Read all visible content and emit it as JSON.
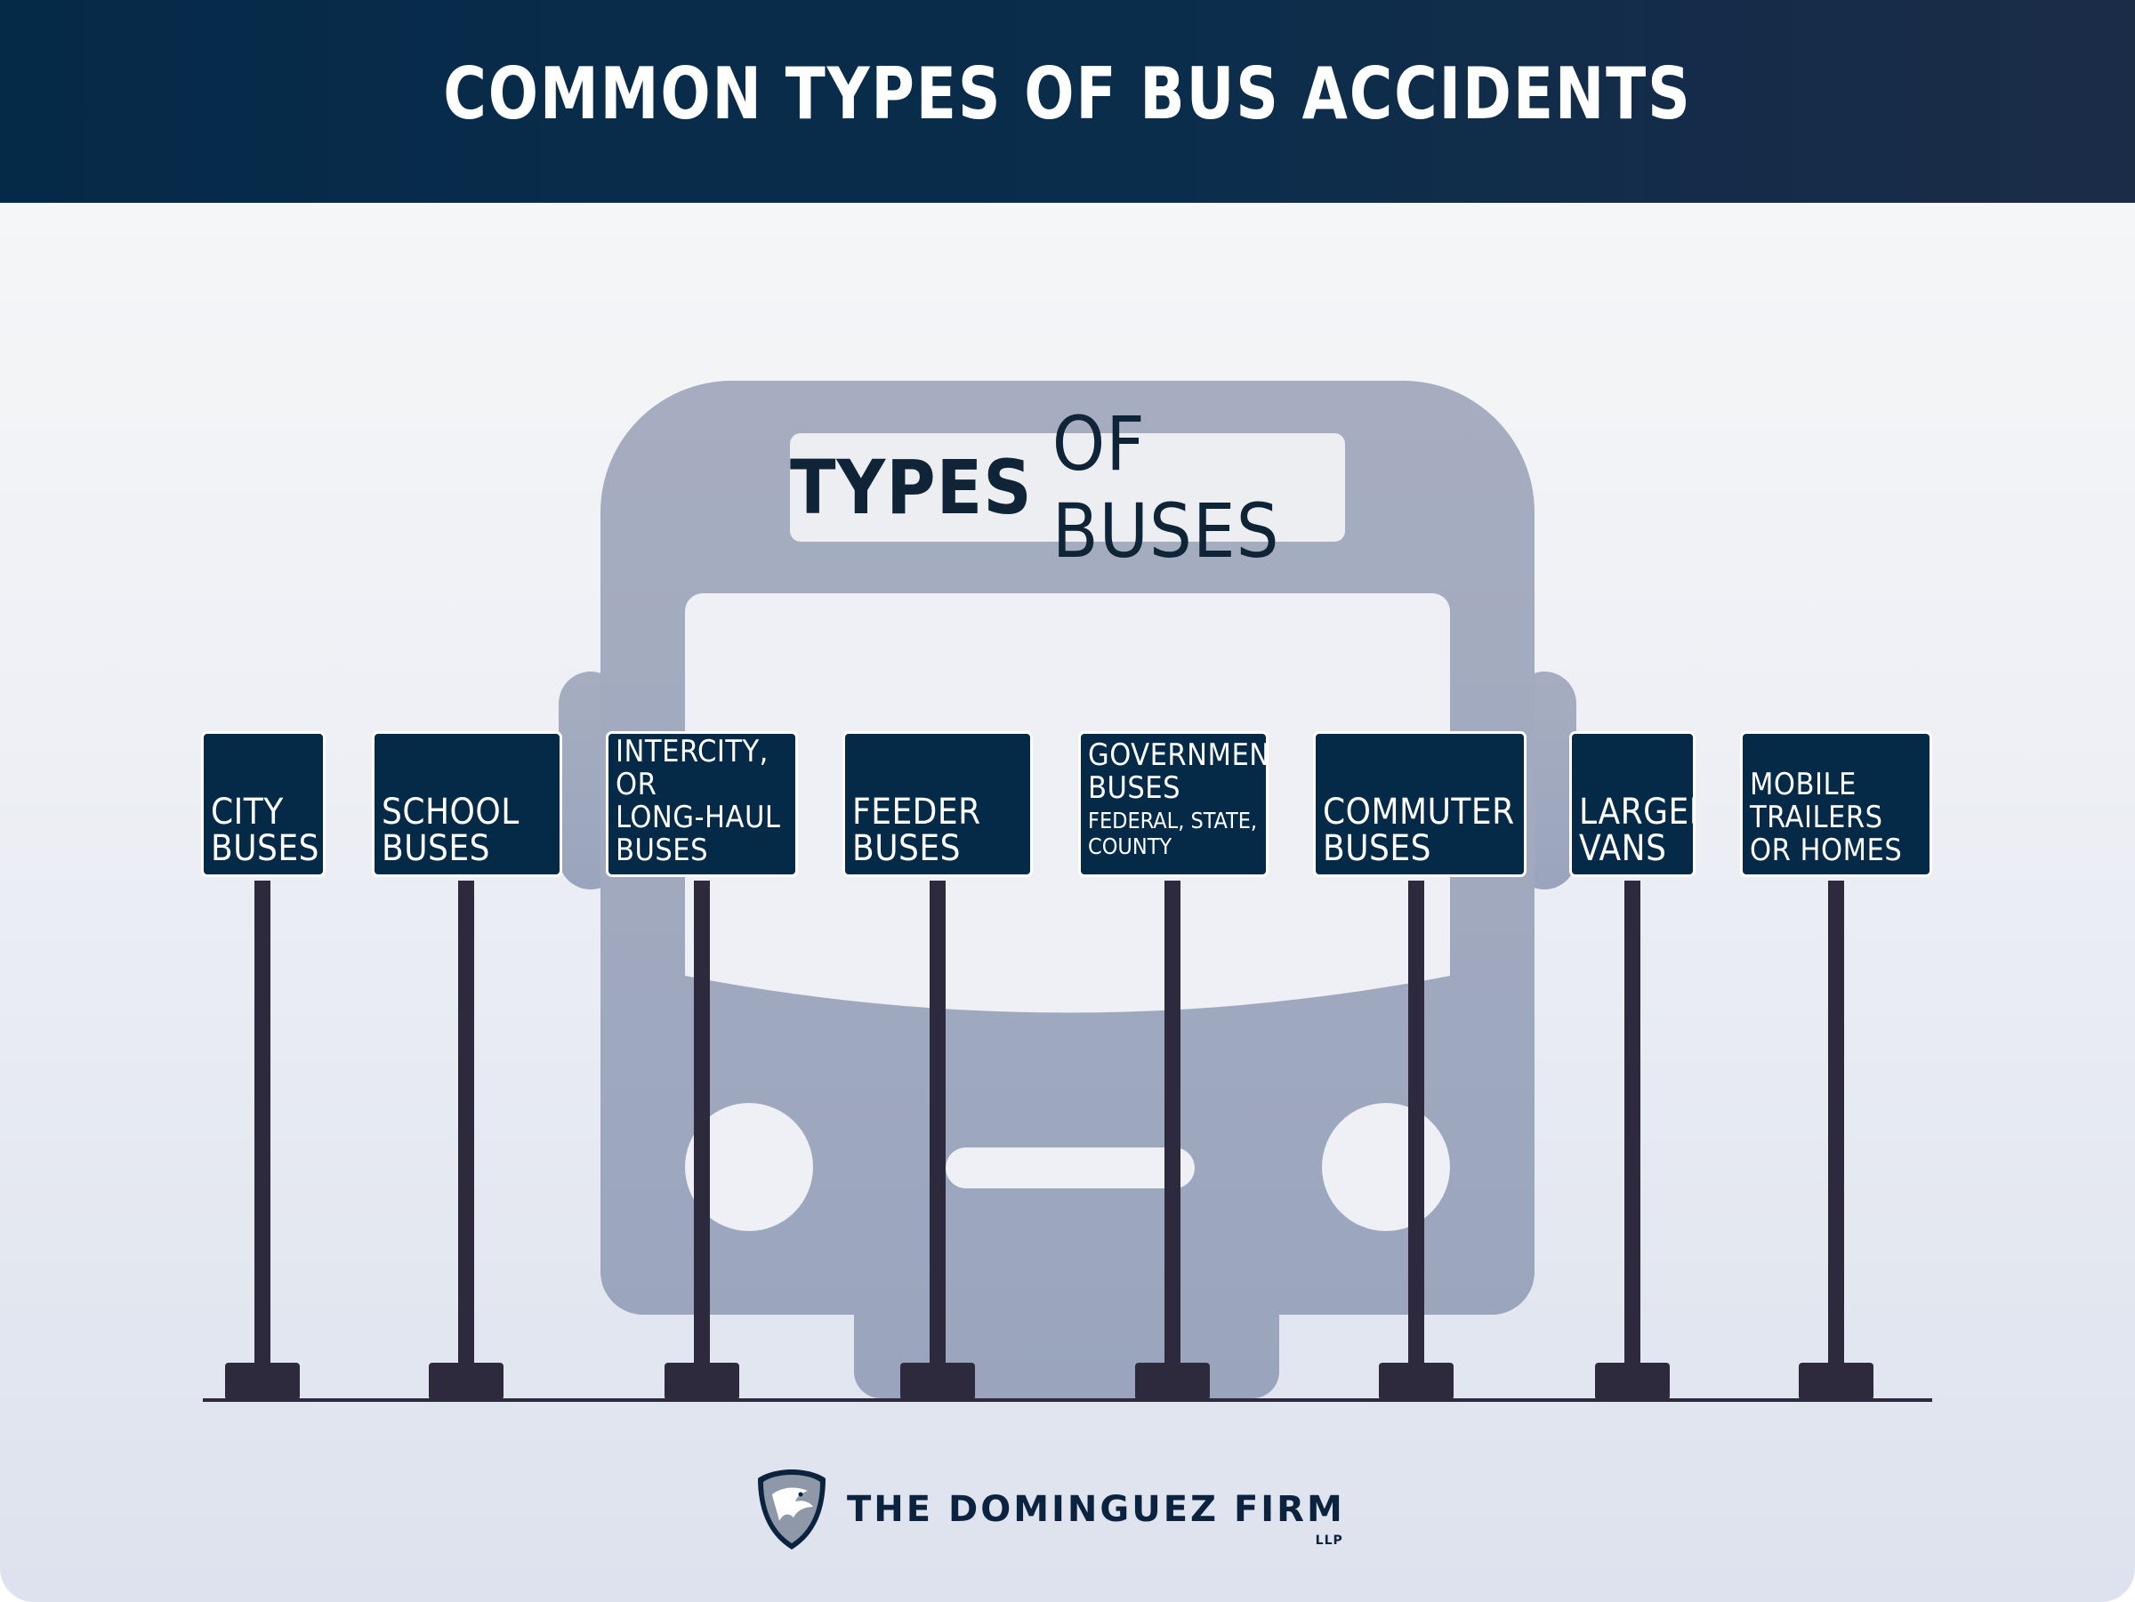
{
  "header": {
    "title": "COMMON TYPES OF BUS ACCIDENTS"
  },
  "bus": {
    "label_bold": "TYPES",
    "label_rest": "OF BUSES"
  },
  "signs": [
    {
      "main": "CITY\nBUSES",
      "sub": ""
    },
    {
      "main": "SCHOOL\nBUSES",
      "sub": ""
    },
    {
      "main": "COACH,\nINTERCITY, OR\nLONG-HAUL\nBUSES",
      "sub": ""
    },
    {
      "main": "FEEDER\nBUSES",
      "sub": ""
    },
    {
      "main": "GOVERNMENT\nBUSES",
      "sub": "FEDERAL, STATE,\nCOUNTY"
    },
    {
      "main": "COMMUTER\nBUSES",
      "sub": ""
    },
    {
      "main": "LARGER\nVANS",
      "sub": ""
    },
    {
      "main": "MOBILE\nTRAILERS\nOR HOMES",
      "sub": ""
    }
  ],
  "logo": {
    "name": "THE DOMINGUEZ FIRM",
    "suffix": "LLP"
  },
  "colors": {
    "navy": "#052a48",
    "bus": "#a5abbf",
    "post": "#2d2a3e",
    "label_bg": "#eceef2"
  }
}
